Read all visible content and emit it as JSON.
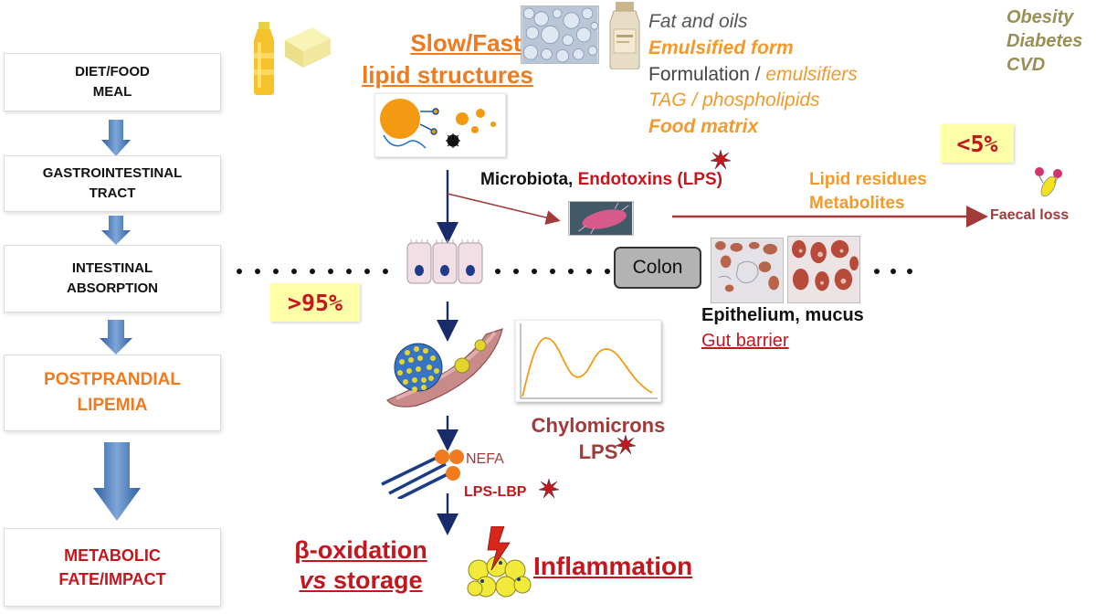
{
  "left_column": {
    "diet": [
      "DIET/FOOD",
      "MEAL"
    ],
    "gi": [
      "GASTROINTESTINAL",
      "TRACT"
    ],
    "absorption": [
      "INTESTINAL",
      "ABSORPTION"
    ],
    "lipemia": [
      "POSTPRANDIAL",
      "LIPEMIA"
    ],
    "fate": [
      "METABOLIC",
      "FATE/IMPACT"
    ]
  },
  "lipid_structures": {
    "line1": "Slow/Fast",
    "line2": "lipid structures"
  },
  "food_factors": {
    "fat_oils": "Fat and oils",
    "emulsified": "Emulsified form",
    "formulation": "Formulation /",
    "emulsifiers": "emulsifiers",
    "tag": "TAG / phospholipids",
    "matrix": "Food matrix"
  },
  "diseases": [
    "Obesity",
    "Diabetes",
    "CVD"
  ],
  "pct_low": "<5%",
  "pct_high": ">95%",
  "microbiota": {
    "prefix": "Microbiota,",
    "endotoxins": "Endotoxins (LPS)"
  },
  "residues": {
    "line1": "Lipid residues",
    "line2": "Metabolites"
  },
  "faecal_loss": "Faecal loss",
  "colon": "Colon",
  "epithelium": "Epithelium, mucus",
  "gut_barrier": "Gut barrier",
  "chylomicrons": "Chylomicrons",
  "lps": "LPS",
  "nefa": "NEFA",
  "lps_lbp": "LPS-LBP",
  "beta_ox": {
    "line1": "β-oxidation",
    "vs": "vs",
    "storage": "storage"
  },
  "inflammation": "Inflammation",
  "colors": {
    "orange": "#f07a1d",
    "red": "#c4161c",
    "arrow_blue": "#4a7ab7",
    "navy": "#1a2b6b",
    "brown_red": "#a33a3a",
    "olive": "#9a8f54"
  }
}
